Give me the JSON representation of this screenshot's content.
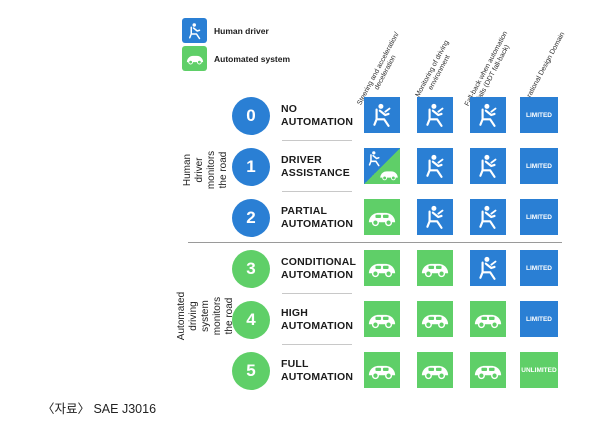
{
  "legend": {
    "human": "Human driver",
    "auto": "Automated system"
  },
  "columns": [
    "Steering and acceleration/ deceleration",
    "Monitoring of driving environment",
    "Fall-back when automation fails (DDT fall-back)",
    "Operational Design Domain"
  ],
  "groups": {
    "human": "Human driver monitors the road",
    "auto": "Automated driving system monitors the road"
  },
  "levels": [
    {
      "num": "0",
      "line1": "NO",
      "line2": "AUTOMATION",
      "cells": [
        "human",
        "human",
        "human"
      ],
      "odd": "LIMITED"
    },
    {
      "num": "1",
      "line1": "DRIVER",
      "line2": "ASSISTANCE",
      "cells": [
        "split",
        "human",
        "human"
      ],
      "odd": "LIMITED"
    },
    {
      "num": "2",
      "line1": "PARTIAL",
      "line2": "AUTOMATION",
      "cells": [
        "auto",
        "human",
        "human"
      ],
      "odd": "LIMITED"
    },
    {
      "num": "3",
      "line1": "CONDITIONAL",
      "line2": "AUTOMATION",
      "cells": [
        "auto",
        "auto",
        "human"
      ],
      "odd": "LIMITED"
    },
    {
      "num": "4",
      "line1": "HIGH",
      "line2": "AUTOMATION",
      "cells": [
        "auto",
        "auto",
        "auto"
      ],
      "odd": "LIMITED"
    },
    {
      "num": "5",
      "line1": "FULL",
      "line2": "AUTOMATION",
      "cells": [
        "auto",
        "auto",
        "auto"
      ],
      "odd": "UNLIMITED"
    }
  ],
  "colors": {
    "human": "#2a7fd4",
    "auto": "#5fcf68",
    "human_circle": "#2a7fd4",
    "auto_circle": "#5fcf68"
  },
  "caption": "〈자료〉 SAE J3016"
}
